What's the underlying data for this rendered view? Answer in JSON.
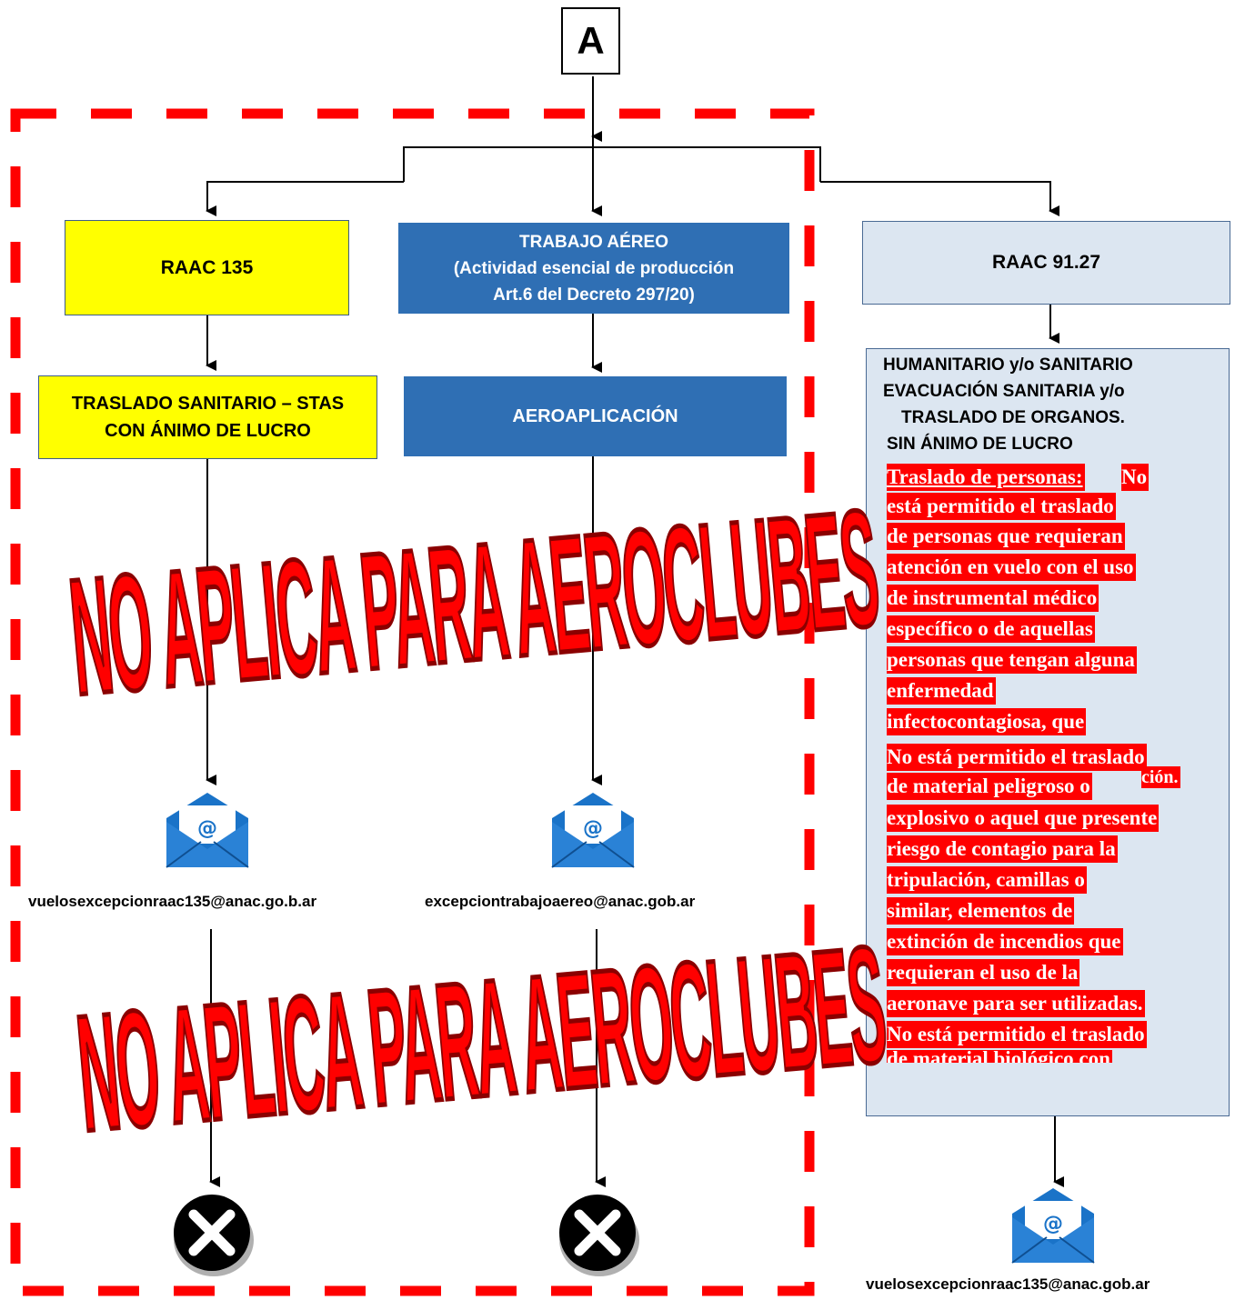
{
  "start_node": "A",
  "branches": {
    "left": {
      "title": "RAAC 135",
      "sub_line1": "TRASLADO SANITARIO – STAS",
      "sub_line2": "CON ÁNIMO DE LUCRO",
      "email": "vuelosexcepcionraac135@anac.go.b.ar",
      "end_icon": "x-circle-icon"
    },
    "middle": {
      "title_line1": "TRABAJO AÉREO",
      "title_line2": "(Actividad esencial de producción",
      "title_line3": "Art.6 del Decreto 297/20)",
      "sub": "AEROAPLICACIÓN",
      "email": "excepciontrabajoaereo@anac.gob.ar",
      "end_icon": "x-circle-icon"
    },
    "right": {
      "title": "RAAC 91.27",
      "head_line1": "HUMANITARIO y/o SANITARIO",
      "head_line2": "EVACUACIÓN SANITARIA y/o",
      "head_line3": "TRASLADO DE ORGANOS.",
      "head_line4": "SIN ÁNIMO DE LUCRO",
      "lines": [
        "Traslado de personas:",
        "No",
        "está permitido el traslado",
        "de personas que requieran",
        "atención en vuelo con el uso",
        "de instrumental médico",
        "específico o de aquellas",
        "personas que tengan alguna",
        "enfermedad",
        "infectocontagiosa, que",
        "No está permitido el traslado",
        "de material peligroso o",
        "ción.",
        "explosivo o aquel que presente",
        "riesgo de contagio para la",
        "tripulación, camillas o",
        "similar, elementos de",
        "extinción de incendios que",
        "requieran el uso de la",
        "aeronave para ser utilizadas.",
        "No está permitido el traslado",
        "de material biológico con"
      ],
      "email": "vuelosexcepcionraac135@anac.gob.ar"
    }
  },
  "watermark": "NO APLICA PARA AEROCLUBES",
  "colors": {
    "yellow": "#ffff00",
    "blue": "#2f6fb4",
    "light_blue": "#dce6f1",
    "red": "#ff0000",
    "envelope": "#1a73c8"
  }
}
